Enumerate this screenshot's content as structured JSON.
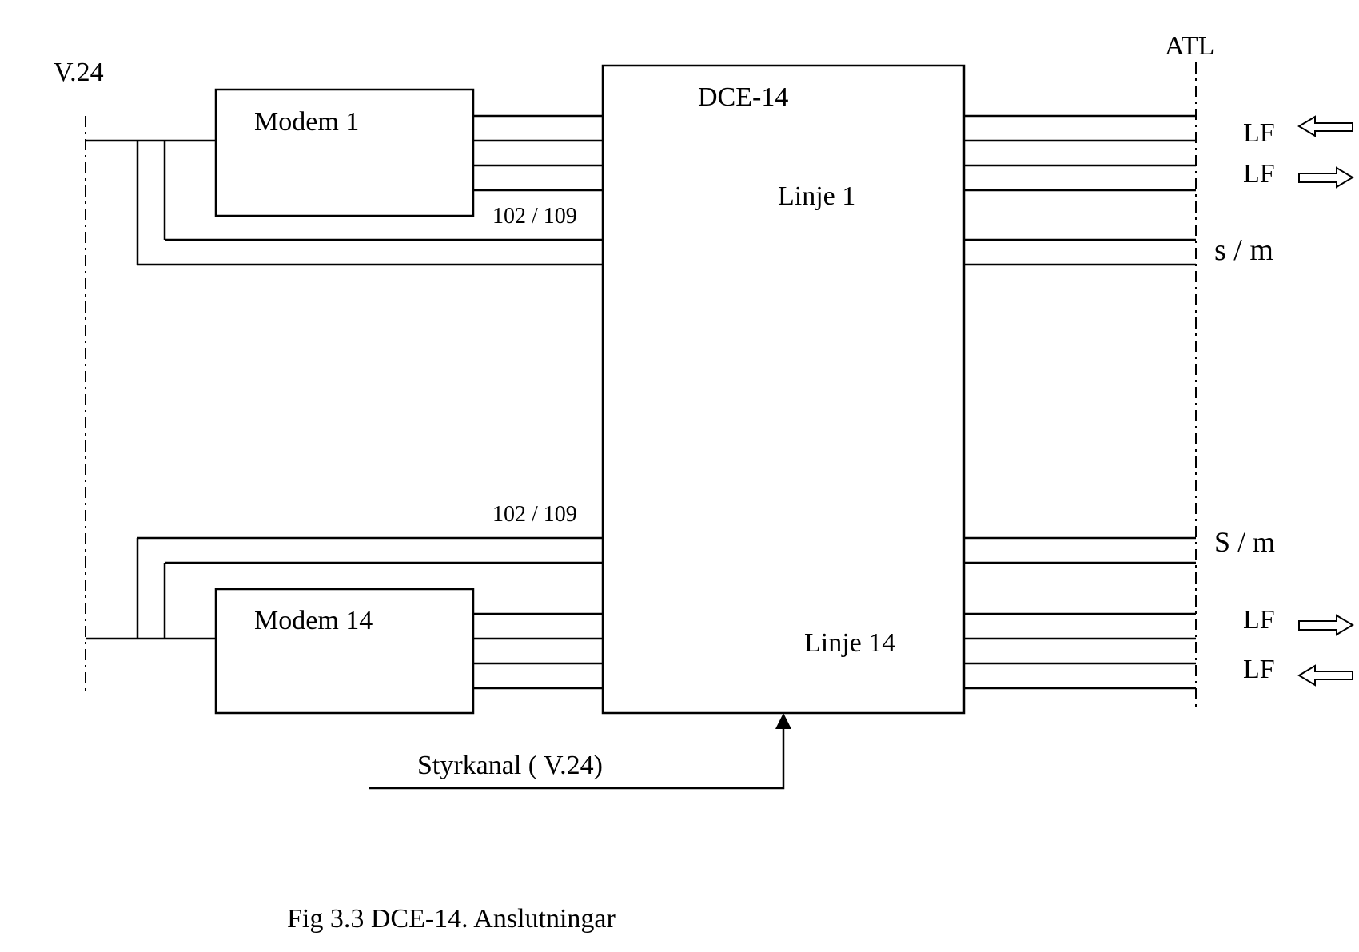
{
  "labels": {
    "v24": "V.24",
    "atl": "ATL",
    "dce": "DCE-14",
    "modem1": "Modem 1",
    "modem14": "Modem 14",
    "linje1": "Linje 1",
    "linje14": "Linje 14",
    "sig_top": "102 / 109",
    "sig_bottom": "102 / 109",
    "sm_top": "s / m",
    "sm_bottom": "S / m",
    "lf_in_top": "LF",
    "lf_out_top": "LF",
    "lf_out_bottom": "LF",
    "lf_in_bottom": "LF",
    "control": "Styrkanal ( V.24)",
    "caption": "Fig 3.3  DCE-14. Anslutningar"
  }
}
